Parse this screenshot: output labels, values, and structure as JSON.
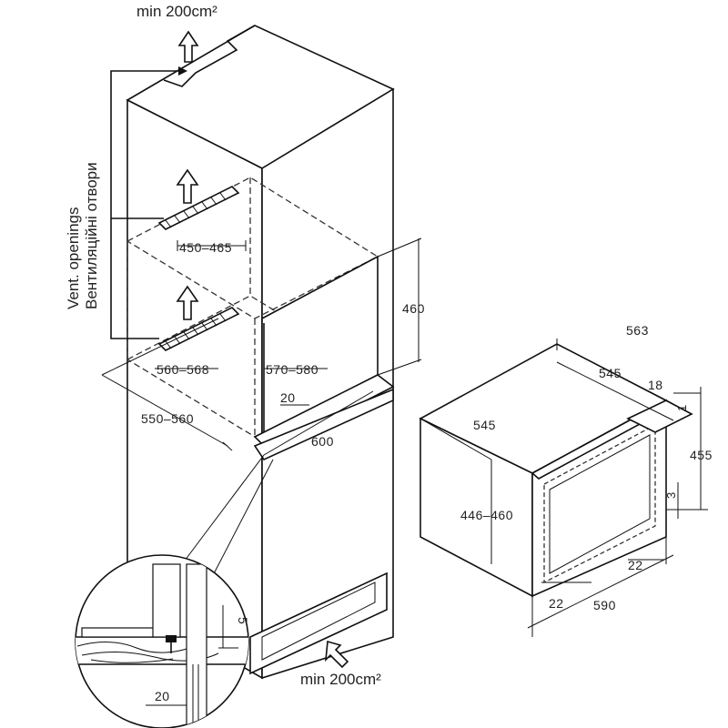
{
  "labels": {
    "top_min": "min 200cm²",
    "bottom_min": "min 200cm²",
    "vent_en": "Vent. openings",
    "vent_ua": "Вентиляційні отвори"
  },
  "cabinet_dims": {
    "d450_465": "450‒465",
    "d460": "460",
    "d560_568": "560‒568",
    "d570_580": "570‒580",
    "d550_560": "550‒560",
    "d20_top": "20",
    "d600": "600"
  },
  "detail_dims": {
    "d5": "5",
    "d20": "20"
  },
  "appliance_dims": {
    "d563": "563",
    "d545_top": "545",
    "d18": "18",
    "d1": "1",
    "d545_side": "545",
    "d455": "455",
    "d3": "3",
    "d446_460": "446‒460",
    "d22_inner": "22",
    "d22_bottom": "22",
    "d590": "590"
  }
}
